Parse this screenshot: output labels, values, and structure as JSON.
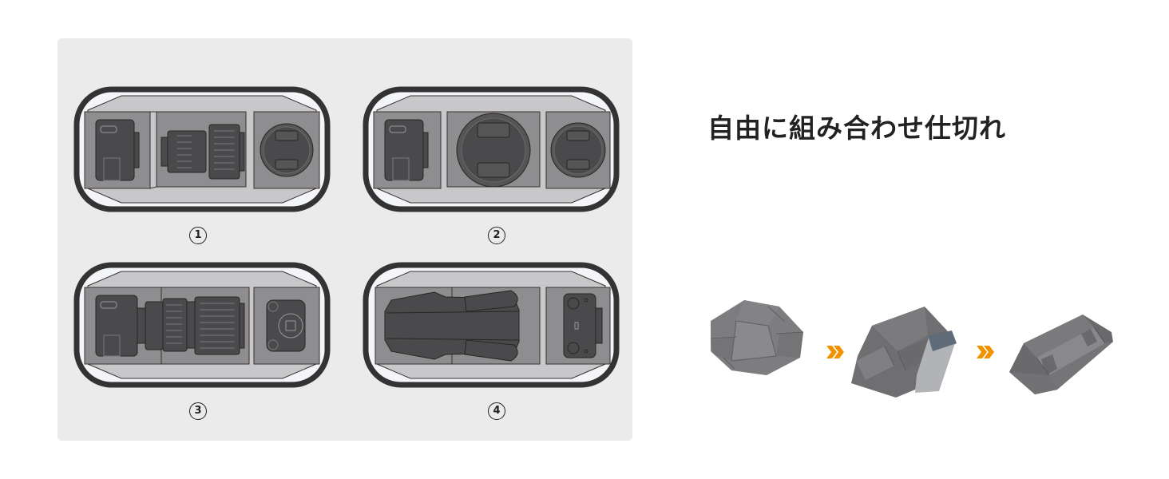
{
  "headline": "自由に組み合わせ仕切れ",
  "panel": {
    "background": "#ebebeb",
    "layouts": [
      {
        "label": "1",
        "contents": [
          "camera-body",
          "zoom-lens",
          "lens-cap"
        ]
      },
      {
        "label": "2",
        "contents": [
          "camera-body",
          "large-lens-cap",
          "lens-cap"
        ]
      },
      {
        "label": "3",
        "contents": [
          "camera-with-telephoto-lens",
          "quick-release-plate"
        ]
      },
      {
        "label": "4",
        "contents": [
          "folded-drone",
          "drone-remote-controller"
        ]
      }
    ]
  },
  "assembly_steps": {
    "items": [
      "flat-divider",
      "half-folded-divider",
      "assembled-divider"
    ],
    "arrow_color": "#f39200"
  },
  "colors": {
    "bag_outline": "#333333",
    "bag_inner_band": "#f4f5f8",
    "divider_fill": "#c8c8cb",
    "compartment_fill": "#8e8e90",
    "item_fill": "#4a4a4c"
  }
}
